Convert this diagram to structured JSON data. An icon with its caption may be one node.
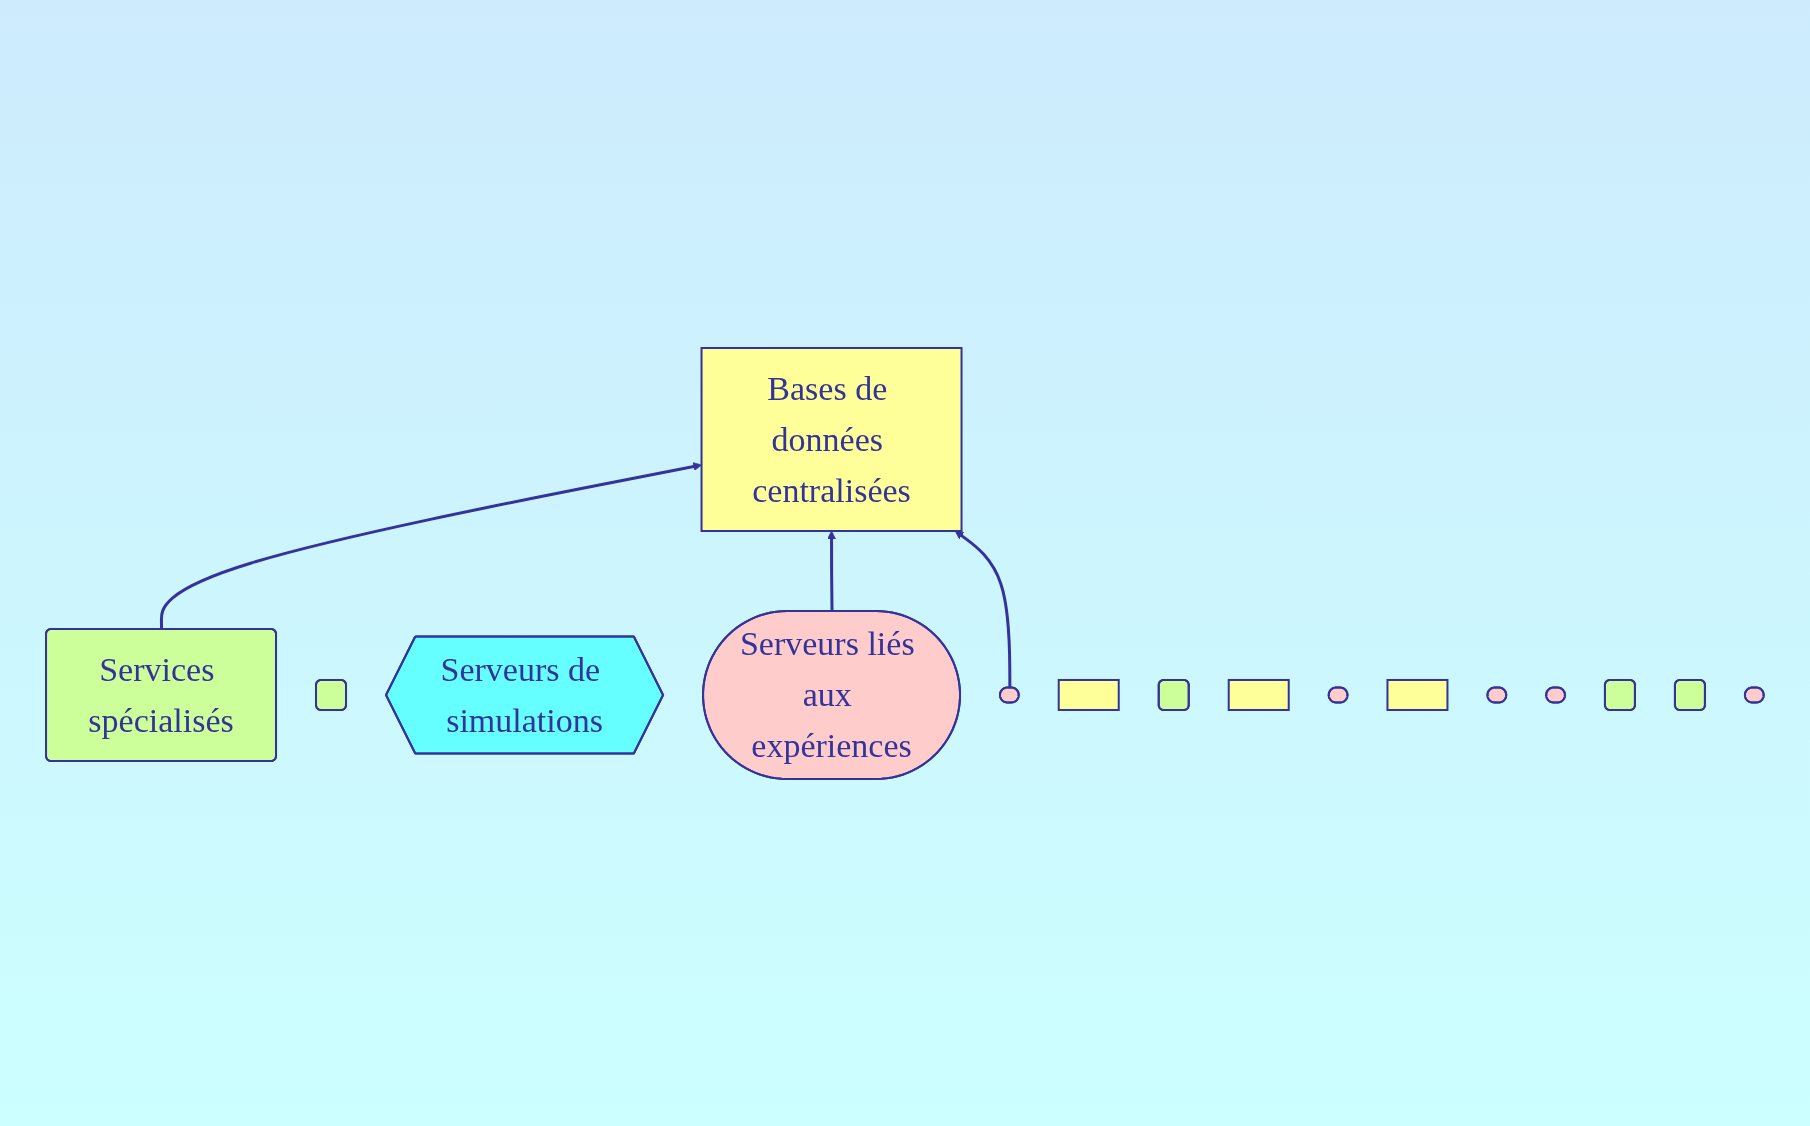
{
  "diagram": {
    "nodes": [
      {
        "text": [
          "Services spécialisés"
        ]
      },
      {
        "text": [],
        "shape": "box"
      },
      {
        "text": [
          "Bases de données centralisées"
        ]
      },
      {
        "text": [
          "Serveurs de simulations"
        ]
      },
      {
        "text": [
          "Serveurs liés aux expériences"
        ]
      },
      {
        "text": [],
        "shape": "ellipse"
      },
      {
        "text": [],
        "shape": "box"
      },
      {
        "text": [],
        "shape": "box"
      },
      {
        "text": [],
        "shape": "box"
      },
      {
        "text": [],
        "shape": "ellipse"
      },
      {
        "text": [],
        "shape": "box"
      },
      {
        "text": [],
        "shape": "ellipse"
      },
      {
        "text": [],
        "shape": "ellipse"
      },
      {
        "text": [],
        "shape": "box"
      },
      {
        "text": [],
        "shape": "box"
      },
      {
        "text": [],
        "shape": "ellipse"
      }
    ],
    "edges": [
      {
        "from": 0,
        "to": 2,
        "arrow": "to"
      },
      {
        "from": 4,
        "to": 2,
        "arrow": "to"
      },
      {
        "from": 5,
        "to": 2,
        "arrow": "to"
      }
    ]
  }
}
